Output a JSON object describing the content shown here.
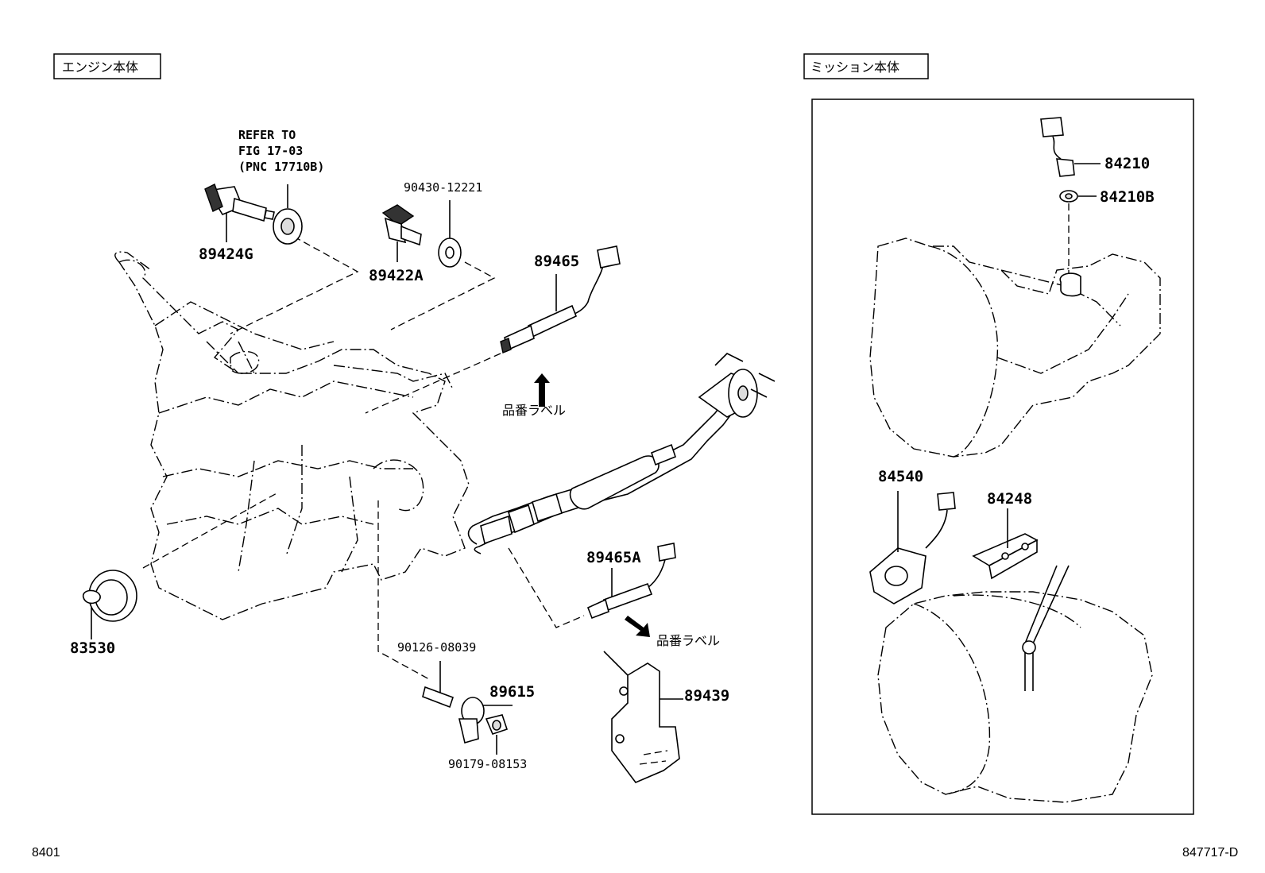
{
  "sections": {
    "engine": {
      "label": "エンジン本体"
    },
    "transmission": {
      "label": "ミッション本体"
    }
  },
  "reference_note": {
    "line1": "REFER TO",
    "line2": "FIG 17-03",
    "line3": "(PNC 17710B)"
  },
  "parts": {
    "p89424G": "89424G",
    "p89422A": "89422A",
    "p90430": "90430-12221",
    "p89465": "89465",
    "p89465A": "89465A",
    "p83530": "83530",
    "p90126": "90126-08039",
    "p89615": "89615",
    "p90179": "90179-08153",
    "p89439": "89439",
    "p84210": "84210",
    "p84210B": "84210B",
    "p84540": "84540",
    "p84248": "84248"
  },
  "labels": {
    "part_label_1": "品番ラベル",
    "part_label_2": "品番ラベル"
  },
  "footer": {
    "left": "8401",
    "right": "847717-D"
  }
}
